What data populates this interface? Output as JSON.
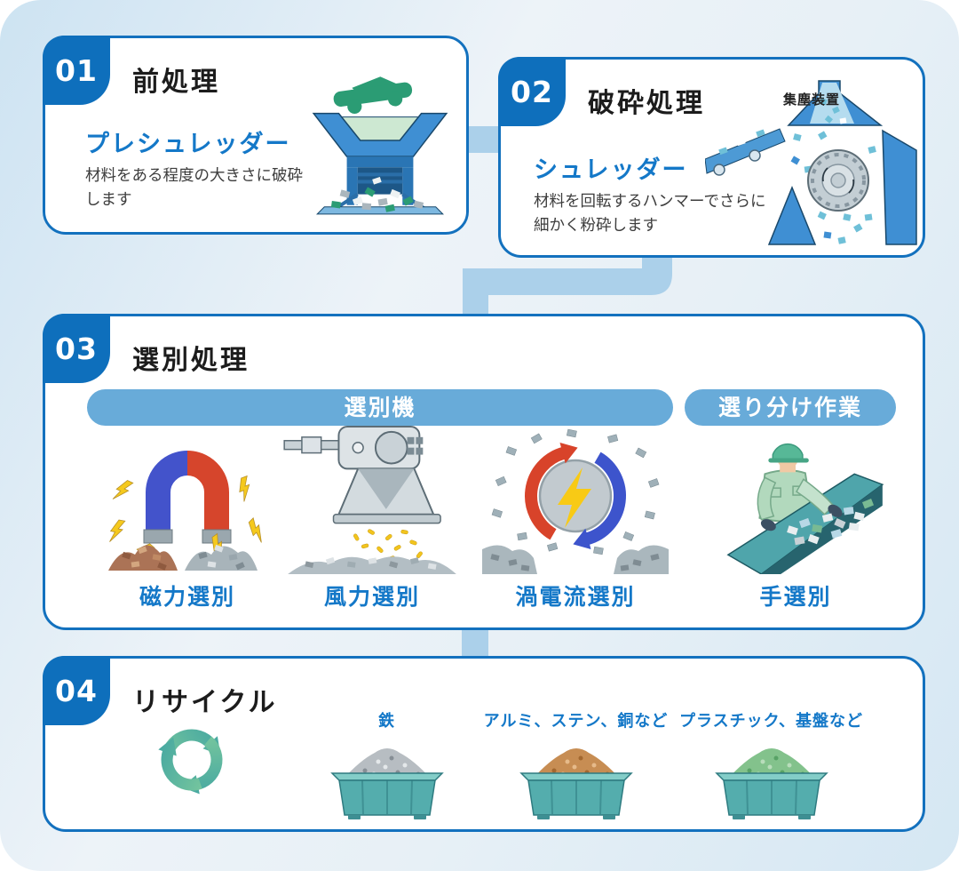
{
  "colors": {
    "accent_blue": "#1371be",
    "badge_blue": "#0e6fbc",
    "pill_blue": "#68abd9",
    "connector_blue": "#abd0ea",
    "label_blue": "#1478c8",
    "title_text": "#1c1c1c",
    "body_text": "#3d3d3d"
  },
  "step1": {
    "number": "01",
    "title": "前処理",
    "subtitle": "プレシュレッダー",
    "description": "材料をある程度の大きさに破砕します"
  },
  "step2": {
    "number": "02",
    "title": "破砕処理",
    "subtitle": "シュレッダー",
    "description": "材料を回転するハンマーでさらに細かく粉砕します",
    "illustration_label": "集塵装置"
  },
  "step3": {
    "number": "03",
    "title": "選別処理",
    "machine_pill": "選別機",
    "manual_pill": "選り分け作業",
    "methods": [
      {
        "label": "磁力選別",
        "icon": "magnet-icon"
      },
      {
        "label": "風力選別",
        "icon": "air-blower-icon"
      },
      {
        "label": "渦電流選別",
        "icon": "eddy-current-icon"
      },
      {
        "label": "手選別",
        "icon": "hand-sorting-icon"
      }
    ]
  },
  "step4": {
    "number": "04",
    "title": "リサイクル",
    "icon": "recycle-arrows-icon",
    "bins": [
      {
        "label": "鉄",
        "material": "silver"
      },
      {
        "label": "アルミ、ステン、銅など",
        "material": "copper"
      },
      {
        "label": "プラスチック、基盤など",
        "material": "green"
      }
    ]
  }
}
